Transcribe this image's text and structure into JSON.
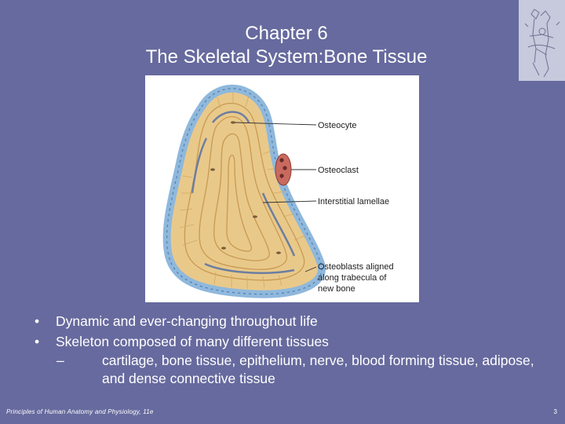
{
  "slide": {
    "title_line1": "Chapter 6",
    "title_line2": "The Skeletal System:Bone Tissue"
  },
  "figure": {
    "labels": {
      "osteocyte": "Osteocyte",
      "osteoclast": "Osteoclast",
      "interstitial": "Interstitial lamellae",
      "osteoblasts_line1": "Osteoblasts aligned",
      "osteoblasts_line2": "along trabecula of",
      "osteoblasts_line3": "new bone"
    }
  },
  "bullets": [
    {
      "marker": "•",
      "text": "Dynamic and ever-changing throughout life"
    },
    {
      "marker": "•",
      "text": "Skeleton composed of many different tissues"
    }
  ],
  "sub_bullet": {
    "marker": "–",
    "text": "cartilage, bone tissue, epithelium, nerve, blood forming tissue, adipose, and dense connective tissue"
  },
  "footer": {
    "book": "Principles of Human Anatomy and Physiology, 11e",
    "page_number": "3"
  },
  "colors": {
    "background": "#676a9e",
    "text": "#ffffff",
    "bone_tissue": "#e9c98a",
    "cell_border": "#8fb8dc",
    "osteoclast": "#c96a5f"
  }
}
